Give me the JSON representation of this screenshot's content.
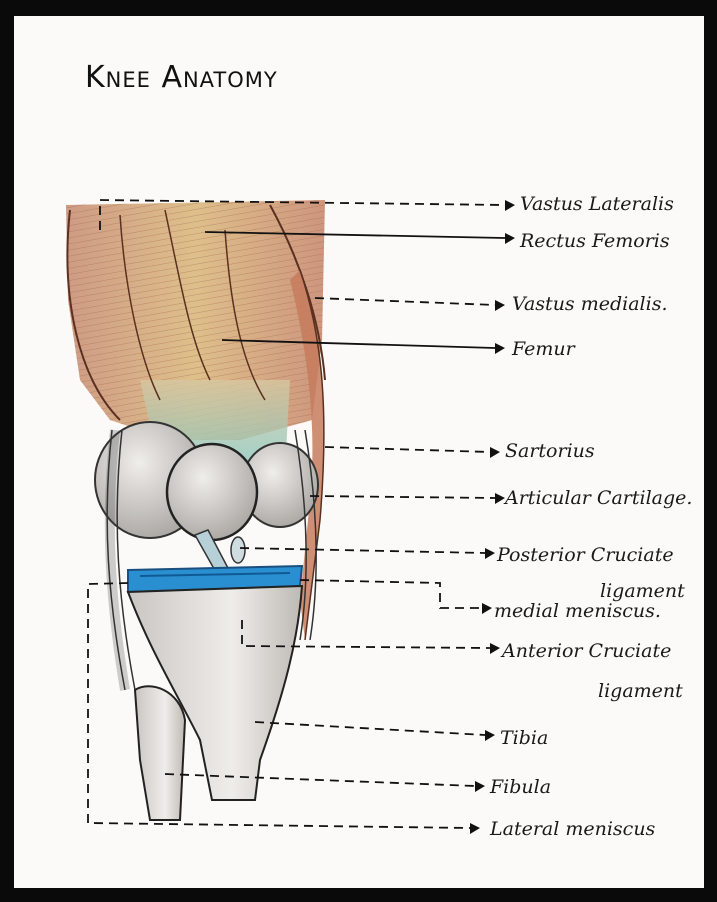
{
  "title": "Knee Anatomy",
  "labels": {
    "vastus_lateralis": "Vastus Lateralis",
    "rectus_femoris": "Rectus Femoris",
    "vastus_medialis": "Vastus medialis.",
    "femur": "Femur",
    "sartorius": "Sartorius",
    "articular_cartilage": "Articular Cartilage.",
    "posterior_cruciate_line1": "Posterior Cruciate",
    "posterior_cruciate_line2": "ligament",
    "medial_meniscus": "medial meniscus.",
    "anterior_cruciate_line1": "Anterior Cruciate",
    "anterior_cruciate_line2": "ligament",
    "tibia": "Tibia",
    "fibula": "Fibula",
    "lateral_meniscus": "Lateral meniscus"
  },
  "colors": {
    "muscle": "#c98a6a",
    "muscle_center": "#d8b070",
    "cartilage_blue": "#2a8fd0",
    "teal": "#7ec8c0",
    "bone": "#d9d6d2",
    "ink": "#111111"
  }
}
